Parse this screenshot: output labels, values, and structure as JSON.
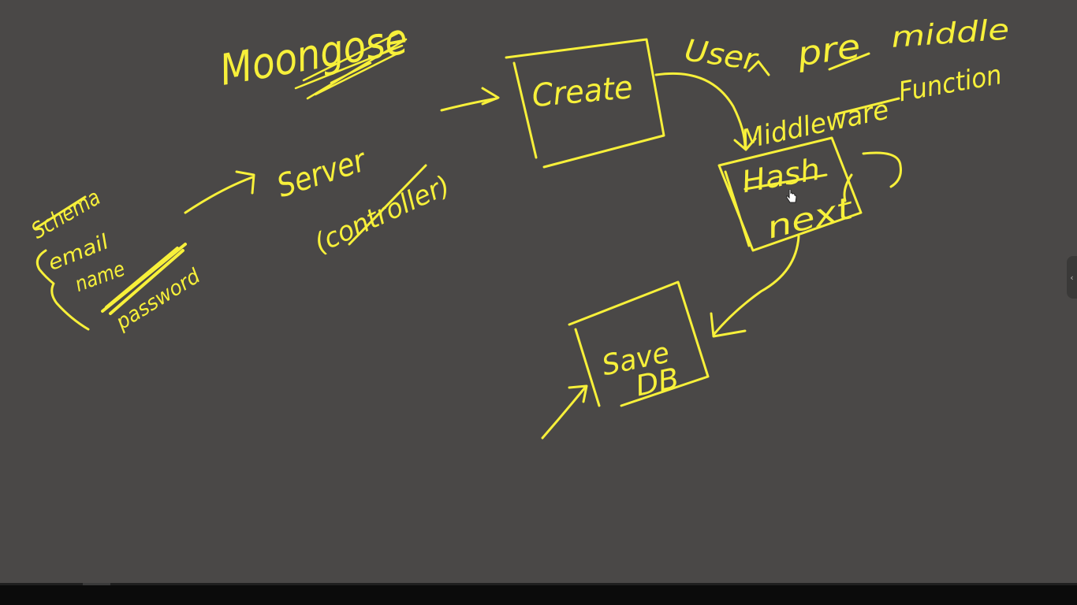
{
  "whiteboard": {
    "title": "Moongose",
    "flow": {
      "schema_label": "Schema",
      "fields": [
        "email",
        "name",
        "password"
      ],
      "server_label": "Server",
      "controller_label": "(controller)",
      "create_label": "Create",
      "user_label": "User",
      "pre_label": "pre",
      "middle_label": "middle",
      "middleware_label": "Middleware",
      "function_label": "Function",
      "hash_label": "Hash",
      "next_label": "next",
      "save_label": "Save",
      "db_label": "DB"
    },
    "ink_color": "#f7f03a",
    "background_color": "#4a4847"
  },
  "side_tab": {
    "icon": "chevron-left-icon",
    "glyph": "‹"
  },
  "player": {
    "progress_fraction": 0.1
  }
}
